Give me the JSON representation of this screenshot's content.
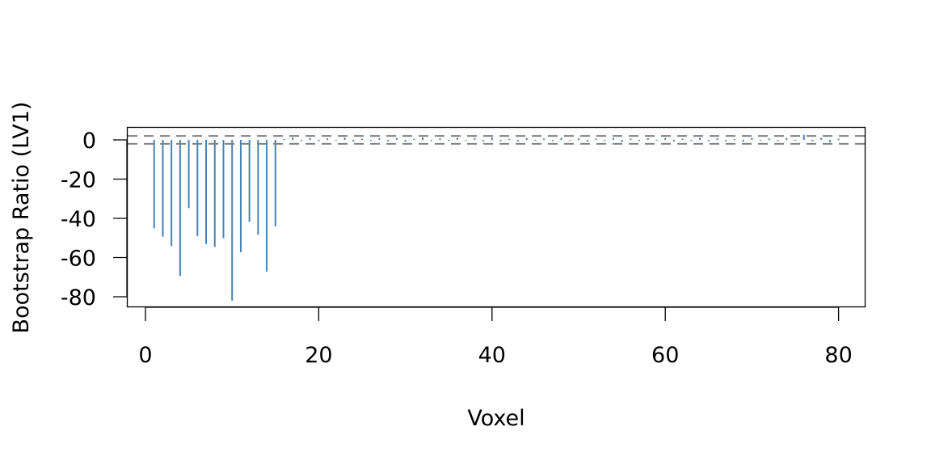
{
  "chart_data": {
    "type": "bar",
    "subtype": "needle",
    "title": "",
    "xlabel": "Voxel",
    "ylabel": "Bootstrap Ratio (LV1)",
    "xlim": [
      -2,
      83
    ],
    "ylim": [
      -85,
      6.5
    ],
    "xticks": [
      0,
      20,
      40,
      60,
      80
    ],
    "yticks": [
      0,
      -20,
      -40,
      -60,
      -80
    ],
    "xtick_labels": [
      "0",
      "20",
      "40",
      "60",
      "80"
    ],
    "ytick_labels": [
      "0",
      "-20",
      "-40",
      "-60",
      "-80"
    ],
    "grid": false,
    "threshold_lines": [
      2,
      -2
    ],
    "bar_color": "#4682b4",
    "threshold_color": "#808080",
    "x": [
      1,
      2,
      3,
      4,
      5,
      6,
      7,
      8,
      9,
      10,
      11,
      12,
      13,
      14,
      15,
      16,
      17,
      18,
      19,
      20,
      21,
      22,
      23,
      24,
      25,
      26,
      27,
      28,
      29,
      30,
      31,
      32,
      33,
      34,
      35,
      36,
      37,
      38,
      39,
      40,
      41,
      42,
      43,
      44,
      45,
      46,
      47,
      48,
      49,
      50,
      51,
      52,
      53,
      54,
      55,
      56,
      57,
      58,
      59,
      60,
      61,
      62,
      63,
      64,
      65,
      66,
      67,
      68,
      69,
      70,
      71,
      72,
      73,
      74,
      75,
      76,
      77,
      78,
      79,
      80
    ],
    "values": [
      -45.1,
      -49.4,
      -54.2,
      -69.4,
      -34.8,
      -49.0,
      -53.1,
      -54.6,
      -50.1,
      -82.0,
      -57.3,
      -41.8,
      -48.4,
      -67.1,
      -44.1,
      0.5,
      1.2,
      -0.6,
      1.0,
      -0.7,
      0.8,
      -0.4,
      1.1,
      -0.8,
      0.6,
      -0.5,
      0.9,
      -0.7,
      1.0,
      -0.9,
      0.4,
      1.3,
      -0.5,
      0.8,
      -0.6,
      1.1,
      -0.4,
      0.9,
      -0.7,
      1.2,
      -0.6,
      0.5,
      -0.8,
      1.0,
      -0.5,
      0.7,
      -0.6,
      1.1,
      -0.4,
      0.8,
      -0.9,
      0.6,
      -0.5,
      1.0,
      -1.0,
      0.7,
      -0.6,
      0.9,
      -0.4,
      1.0,
      -0.8,
      0.6,
      -0.5,
      1.1,
      -0.6,
      0.8,
      -0.7,
      0.5,
      -0.9,
      1.0,
      -0.4,
      0.7,
      -0.6,
      1.0,
      -0.5,
      2.6,
      -0.7,
      1.0,
      -1.2,
      0.6
    ]
  }
}
